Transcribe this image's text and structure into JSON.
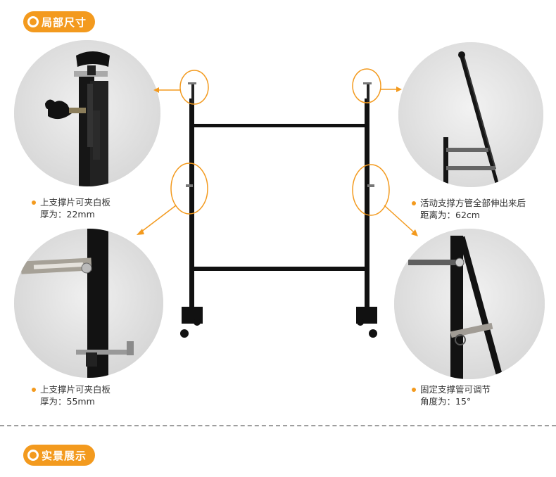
{
  "section1": {
    "title": "局部尺寸"
  },
  "section2": {
    "title": "实景展示"
  },
  "captions": {
    "top_left": {
      "line1": "上支撑片可夹白板",
      "line2": "厚为：22mm"
    },
    "bottom_left": {
      "line1": "上支撑片可夹白板",
      "line2": "厚为：55mm"
    },
    "top_right": {
      "line1": "活动支撑方管全部伸出来后",
      "line2": "距离为：62cm"
    },
    "bottom_right": {
      "line1": "固定支撑管可调节",
      "line2": "角度为：15°"
    }
  },
  "colors": {
    "accent": "#f39a1e",
    "frame": "#111111",
    "photo_bg": "#e6e6e6"
  }
}
